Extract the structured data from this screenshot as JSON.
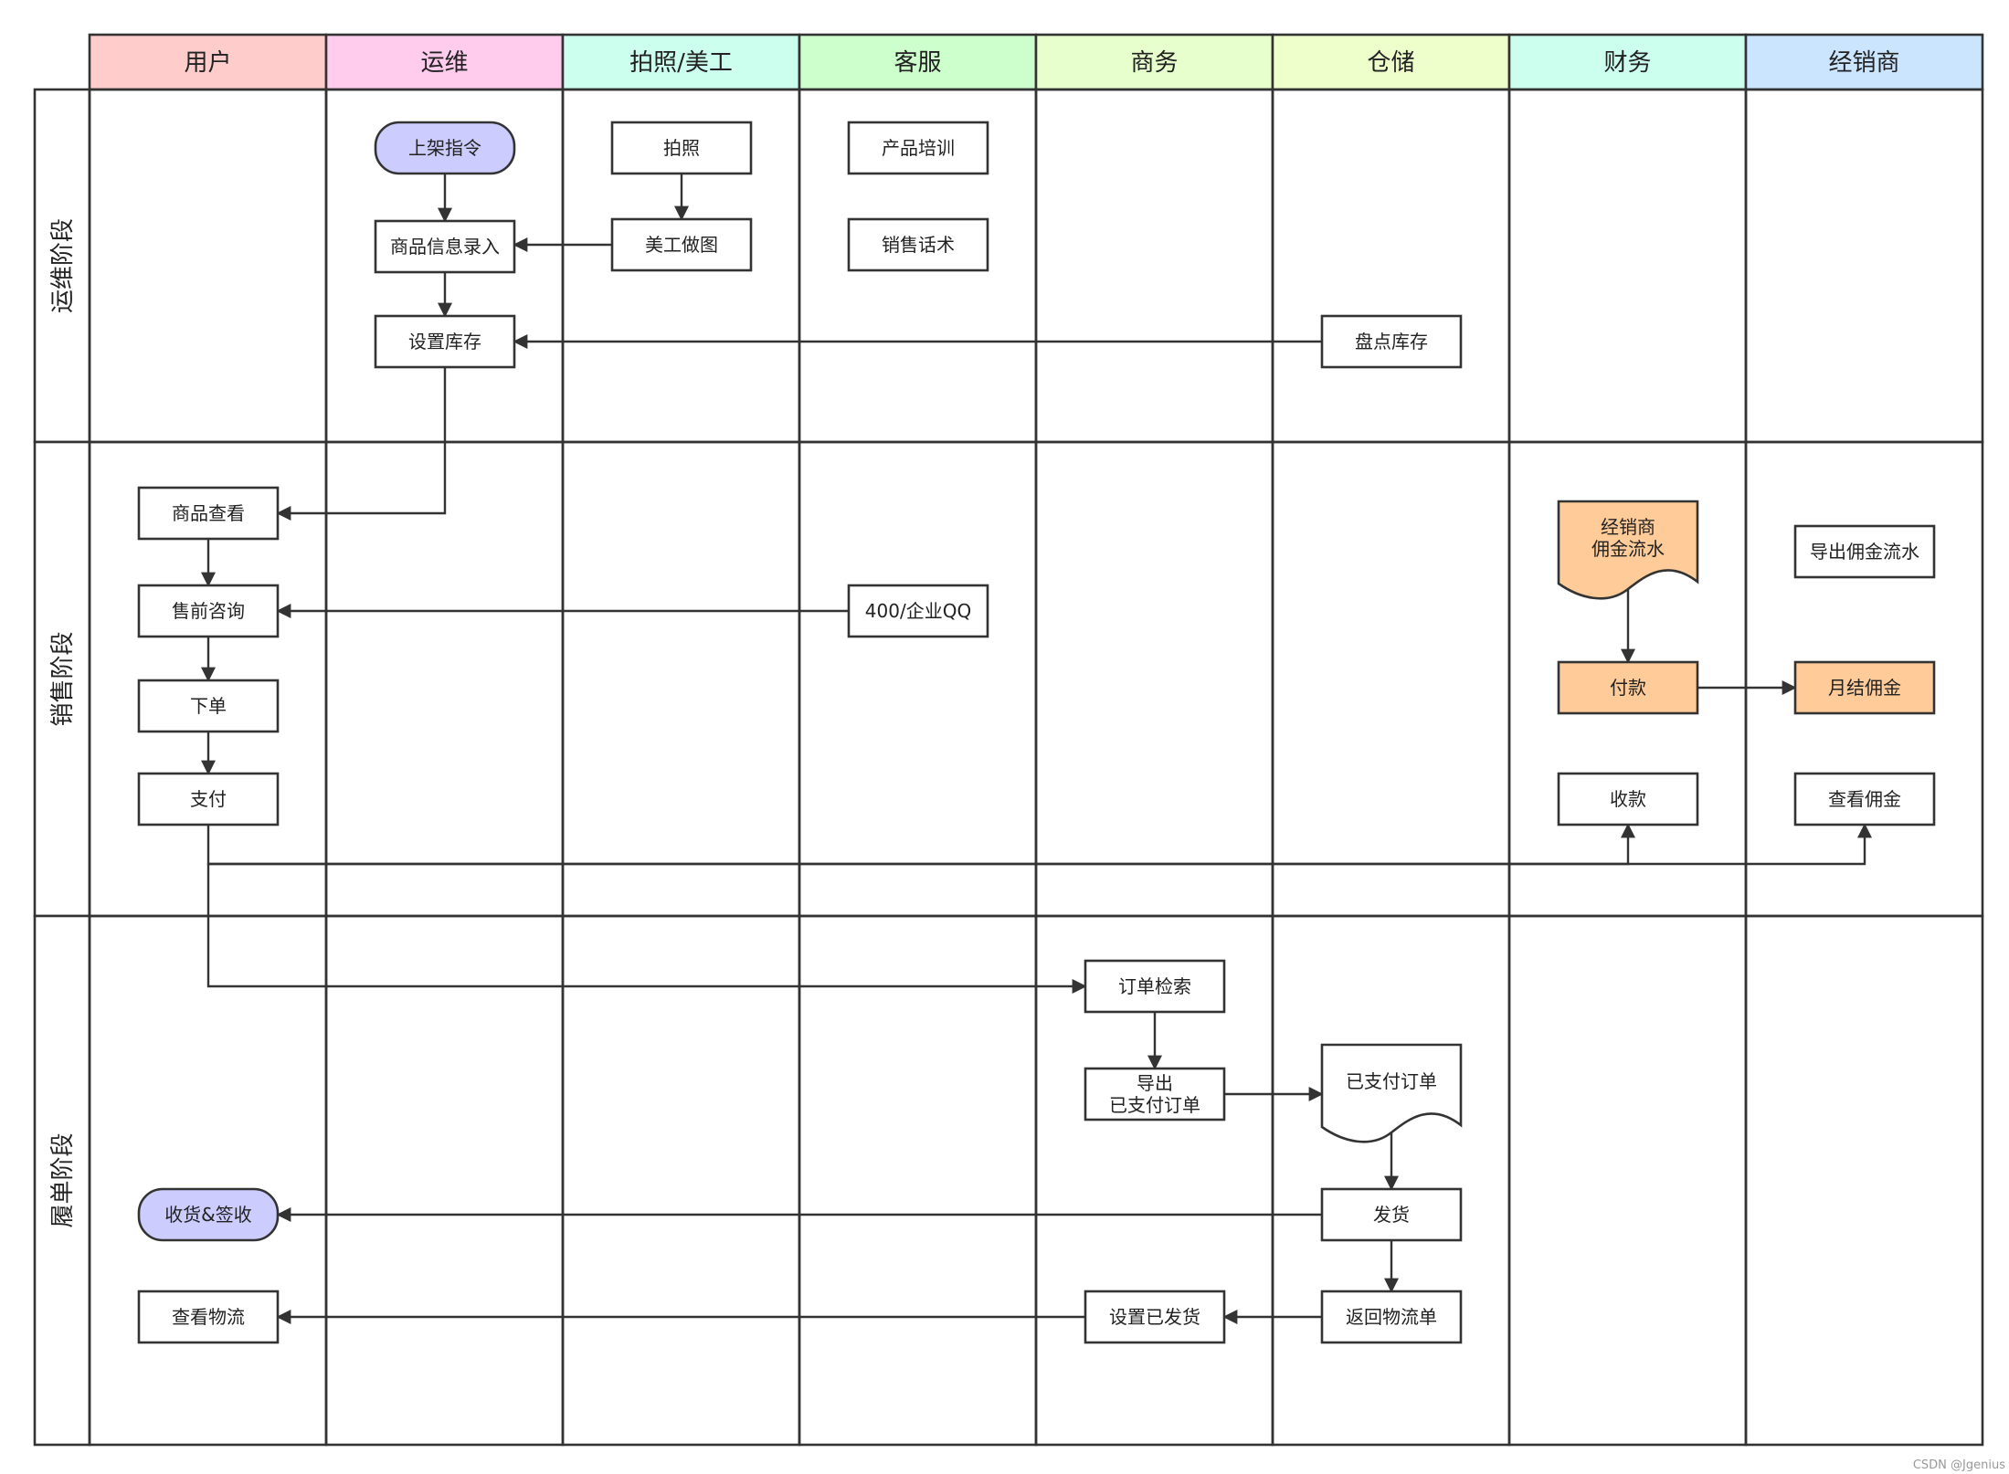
{
  "diagram": {
    "columns": [
      {
        "label": "用户",
        "color": "#ffcccc"
      },
      {
        "label": "运维",
        "color": "#ffccee"
      },
      {
        "label": "拍照/美工",
        "color": "#ccffee"
      },
      {
        "label": "客服",
        "color": "#ccffcc"
      },
      {
        "label": "商务",
        "color": "#e6ffcc"
      },
      {
        "label": "仓储",
        "color": "#eeffcc"
      },
      {
        "label": "财务",
        "color": "#ccffee"
      },
      {
        "label": "经销商",
        "color": "#cce5ff"
      }
    ],
    "phases": [
      {
        "label": "运维阶段"
      },
      {
        "label": "销售阶段"
      },
      {
        "label": "履单阶段"
      }
    ],
    "nodes": {
      "shelf_command": {
        "lines": [
          "上架指令"
        ]
      },
      "product_info_entry": {
        "lines": [
          "商品信息录入"
        ]
      },
      "set_inventory": {
        "lines": [
          "设置库存"
        ]
      },
      "photo": {
        "lines": [
          "拍照"
        ]
      },
      "art_design": {
        "lines": [
          "美工做图"
        ]
      },
      "product_training": {
        "lines": [
          "产品培训"
        ]
      },
      "sales_script": {
        "lines": [
          "销售话术"
        ]
      },
      "stock_count": {
        "lines": [
          "盘点库存"
        ]
      },
      "product_view": {
        "lines": [
          "商品查看"
        ]
      },
      "presale_consult": {
        "lines": [
          "售前咨询"
        ]
      },
      "place_order": {
        "lines": [
          "下单"
        ]
      },
      "pay": {
        "lines": [
          "支付"
        ]
      },
      "hotline_qq": {
        "lines": [
          "400/企业QQ"
        ]
      },
      "dealer_commission_flow": {
        "lines": [
          "经销商",
          "佣金流水"
        ]
      },
      "payment_out": {
        "lines": [
          "付款"
        ]
      },
      "collect_payment": {
        "lines": [
          "收款"
        ]
      },
      "export_commission_flow": {
        "lines": [
          "导出佣金流水"
        ]
      },
      "monthly_commission": {
        "lines": [
          "月结佣金"
        ]
      },
      "view_commission": {
        "lines": [
          "查看佣金"
        ]
      },
      "order_search": {
        "lines": [
          "订单检索"
        ]
      },
      "export_paid_orders": {
        "lines": [
          "导出",
          "已支付订单"
        ]
      },
      "paid_orders_doc": {
        "lines": [
          "已支付订单"
        ]
      },
      "ship": {
        "lines": [
          "发货"
        ]
      },
      "receive_sign": {
        "lines": [
          "收货&签收"
        ]
      },
      "return_tracking": {
        "lines": [
          "返回物流单"
        ]
      },
      "set_shipped": {
        "lines": [
          "设置已发货"
        ]
      },
      "view_logistics": {
        "lines": [
          "查看物流"
        ]
      }
    },
    "colors": {
      "terminal_fill": "#ccccff",
      "highlight_fill": "#ffcc99",
      "stroke": "#333333"
    }
  },
  "footer": {
    "watermark": "CSDN @Jgenius"
  }
}
